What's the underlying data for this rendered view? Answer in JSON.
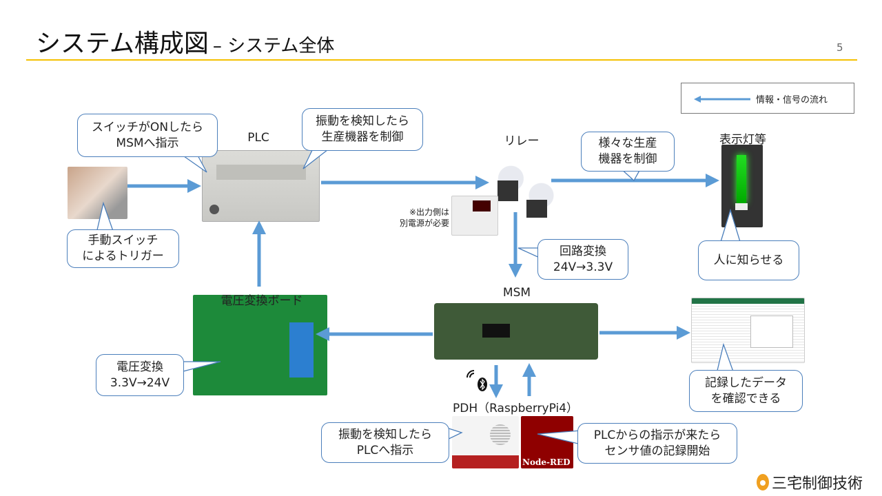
{
  "header": {
    "title": "システム構成図",
    "subtitle": "– システム全体",
    "page_number": "5"
  },
  "legend": {
    "label": "情報・信号の流れ"
  },
  "labels": {
    "plc": "PLC",
    "relay": "リレー",
    "indicator": "表示灯等",
    "msm": "MSM",
    "voltage_board": "電圧変換ボード",
    "pdh": "PDH（RaspberryPi4）",
    "power_note": "※出力側は\n別電源が必要",
    "node_red": "Node-RED"
  },
  "callouts": {
    "switch_on": "スイッチがONしたら\nMSMへ指示",
    "plc_control": "振動を検知したら\n生産機器を制御",
    "manual_switch": "手動スイッチ\nによるトリガー",
    "various": "様々な生産\n機器を制御",
    "circuit": "回路変換\n24V→3.3V",
    "notify": "人に知らせる",
    "voltage": "電圧変換\n3.3V→24V",
    "data": "記録したデータ\nを確認できる",
    "pdh_vibration": "振動を検知したら\nPLCへ指示",
    "plc_instruction": "PLCからの指示が来たら\nセンサ値の記録開始"
  },
  "logo": {
    "text": "三宅制御技術"
  },
  "colors": {
    "arrow": "#5b9bd5",
    "rule": "#f5c000",
    "callout_border": "#4a7ebb"
  }
}
